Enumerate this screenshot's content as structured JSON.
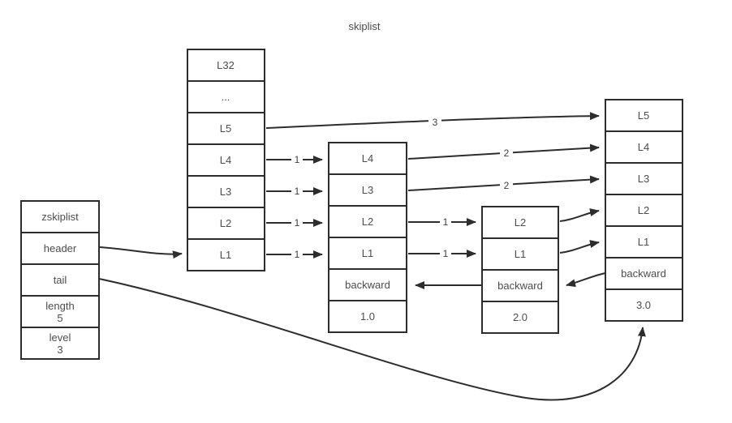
{
  "title": "skiplist",
  "colors": {
    "line": "#2d2d2d",
    "text": "#4d4d4d",
    "background": "#ffffff"
  },
  "zskiplist_struct": {
    "name": "zskiplist",
    "header_field": "header",
    "tail_field": "tail",
    "length_label": "length",
    "length_value": "5",
    "level_label": "level",
    "level_value": "3"
  },
  "header_node": {
    "cells": [
      "L32",
      "...",
      "L5",
      "L4",
      "L3",
      "L2",
      "L1"
    ]
  },
  "node_1": {
    "cells": [
      "L4",
      "L3",
      "L2",
      "L1",
      "backward"
    ],
    "score": "1.0"
  },
  "node_2": {
    "cells": [
      "L2",
      "L1",
      "backward"
    ],
    "score": "2.0"
  },
  "node_3": {
    "cells": [
      "L5",
      "L4",
      "L3",
      "L2",
      "L1",
      "backward"
    ],
    "score": "3.0"
  },
  "span_labels": {
    "header_l5_to_node3": "3",
    "header_l4_to_node1": "1",
    "header_l3_to_node1": "1",
    "header_l2_to_node1": "1",
    "header_l1_to_node1": "1",
    "node1_l4_to_node3": "2",
    "node1_l3_to_node3": "2",
    "node1_l2_to_node2": "1",
    "node1_l1_to_node2": "1"
  }
}
